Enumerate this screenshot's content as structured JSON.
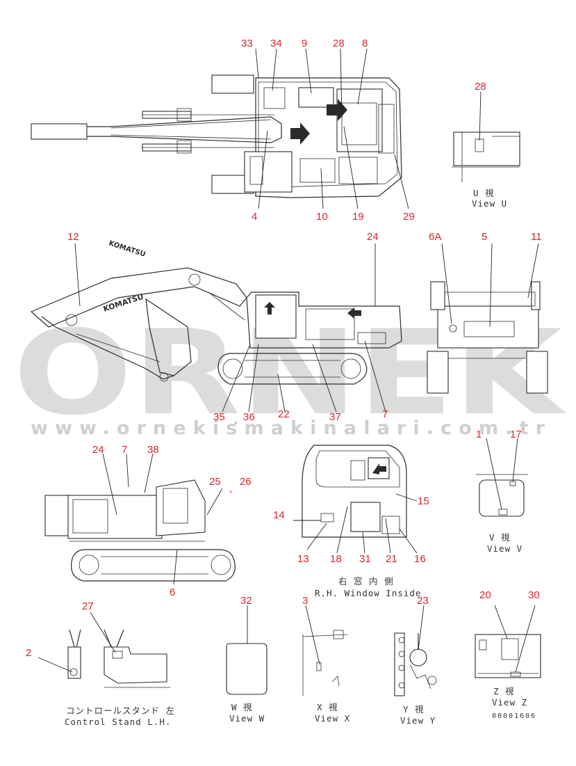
{
  "watermark": {
    "brand": "ORNEK",
    "url": "www.ornekismakinalari.com.tr"
  },
  "callouts": [
    "33",
    "34",
    "9",
    "28",
    "8",
    "4",
    "10",
    "19",
    "29",
    "28",
    "12",
    "24",
    "6A",
    "5",
    "11",
    "35",
    ",",
    "36",
    "22",
    "37",
    "7",
    "24",
    "7",
    "38",
    "25",
    ",",
    "26",
    "14",
    "13",
    "18",
    "31",
    "21",
    "16",
    "15",
    "6",
    "1",
    "17",
    "32",
    "3",
    "23",
    "20",
    "30",
    "27",
    "2"
  ],
  "captions": {
    "view_u": [
      "U 視",
      "View U"
    ],
    "view_v": [
      "V 視",
      "View V"
    ],
    "rh_window": [
      "右 窓 内 側",
      "R.H. Window Inside"
    ],
    "control_stand": [
      "コントロールスタンド 左",
      "Control Stand L.H."
    ],
    "view_w": [
      "W 視",
      "View W"
    ],
    "view_x": [
      "X 視",
      "View X"
    ],
    "view_y": [
      "Y 視",
      "View Y"
    ],
    "view_z": [
      "Z 視",
      "View Z"
    ]
  },
  "drawing_code": "00001606",
  "colors": {
    "callout": "#d8252a",
    "line": "#2b2b2b",
    "watermark": "#dcdcdc"
  }
}
